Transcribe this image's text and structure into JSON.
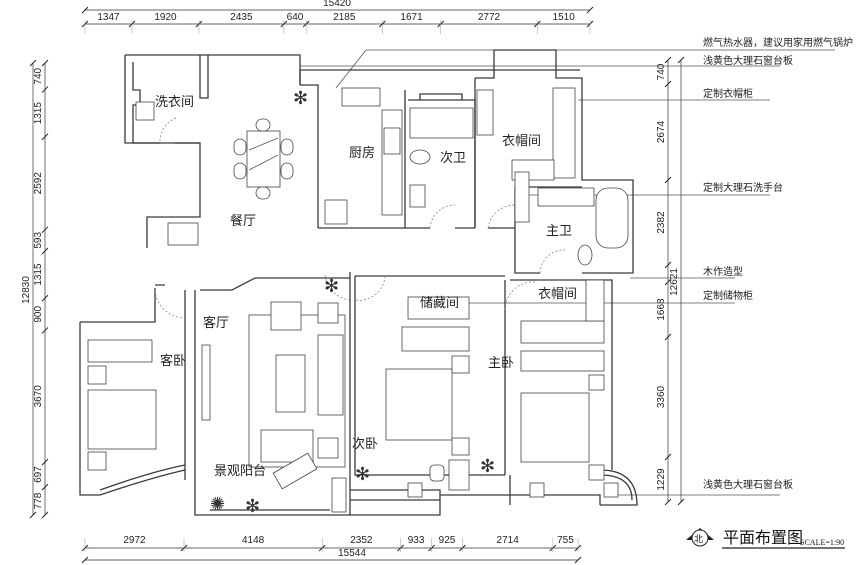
{
  "plan": {
    "title": "平面布置图",
    "scale": "SCALE=1:90",
    "north": "北"
  },
  "dimensions": {
    "top": {
      "total": "15420",
      "segments": [
        "1347",
        "1920",
        "2435",
        "640",
        "2185",
        "1671",
        "2772",
        "1510"
      ]
    },
    "left": {
      "total": "12830",
      "segments": [
        "740",
        "1315",
        "2592",
        "593",
        "1315",
        "900",
        "3670",
        "697",
        "778"
      ]
    },
    "right": {
      "total": "12621",
      "segments": [
        "740",
        "2674",
        "2382",
        "",
        "1668",
        "3360",
        "1229"
      ]
    },
    "bottom": {
      "total": "15544",
      "segments": [
        "2972",
        "4148",
        "2352",
        "933",
        "925",
        "2714",
        "755"
      ]
    }
  },
  "rooms": {
    "laundry": "洗衣间",
    "kitchen": "厨房",
    "guest_bath": "次卫",
    "closet_upper": "衣帽间",
    "dining": "餐厅",
    "master_bath": "主卫",
    "closet_lower": "衣帽间",
    "storage": "储藏间",
    "living": "客厅",
    "guest_bedroom": "客卧",
    "master_bedroom": "主卧",
    "second_bedroom": "次卧",
    "balcony": "景观阳台"
  },
  "annotations": [
    "燃气热水器，建议用家用燃气锅炉",
    "浅黄色大理石窗台板",
    "定制衣帽柜",
    "定制大理石洗手台",
    "木作造型",
    "定制储物柜",
    "浅黄色大理石窗台板"
  ]
}
